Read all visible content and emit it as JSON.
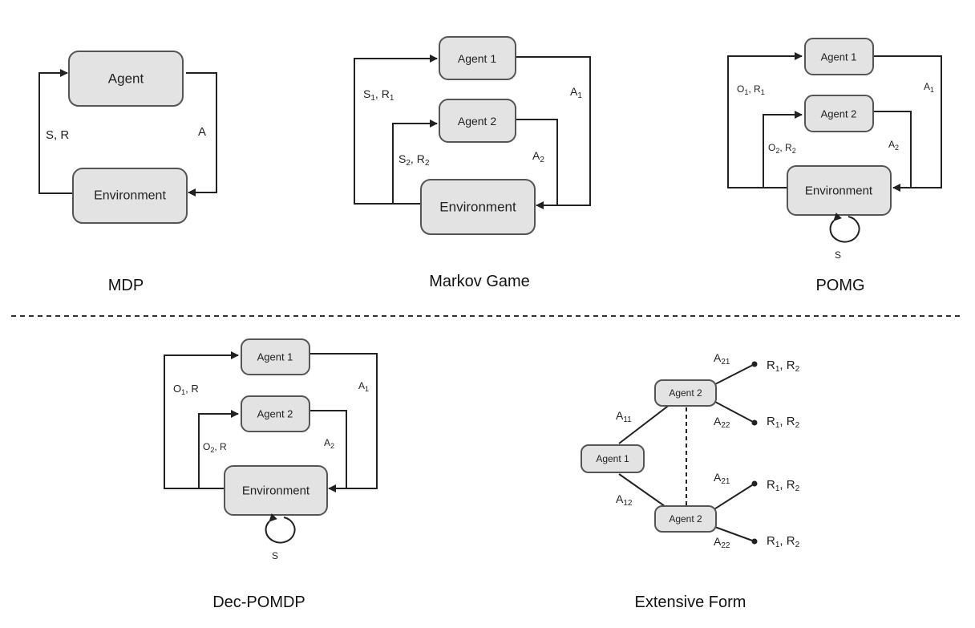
{
  "diagrams": {
    "mdp": {
      "title": "MDP",
      "agent": "Agent",
      "environment": "Environment",
      "state_reward": "S, R",
      "action": "A"
    },
    "markov_game": {
      "title": "Markov Game",
      "agent1": "Agent 1",
      "agent2": "Agent 2",
      "environment": "Environment",
      "s1": "S",
      "s1_sub": "1",
      "r1": "R",
      "r1_sub": "1",
      "s2": "S",
      "s2_sub": "2",
      "r2": "R",
      "r2_sub": "2",
      "a1": "A",
      "a1_sub": "1",
      "a2": "A",
      "a2_sub": "2"
    },
    "pomg": {
      "title": "POMG",
      "agent1": "Agent 1",
      "agent2": "Agent 2",
      "environment": "Environment",
      "o1": "O",
      "o1_sub": "1",
      "r1": "R",
      "r1_sub": "1",
      "o2": "O",
      "o2_sub": "2",
      "r2": "R",
      "r2_sub": "2",
      "a1": "A",
      "a1_sub": "1",
      "a2": "A",
      "a2_sub": "2",
      "state": "S"
    },
    "dec_pomdp": {
      "title": "Dec-POMDP",
      "agent1": "Agent 1",
      "agent2": "Agent 2",
      "environment": "Environment",
      "o1": "O",
      "o1_sub": "1",
      "r1": "R",
      "o2": "O",
      "o2_sub": "2",
      "r2": "R",
      "a1": "A",
      "a1_sub": "1",
      "a2": "A",
      "a2_sub": "2",
      "state": "S"
    },
    "extensive_form": {
      "title": "Extensive Form",
      "root": "Agent 1",
      "upper": "Agent 2",
      "lower": "Agent 2",
      "a11": "A",
      "a11_sub": "11",
      "a12": "A",
      "a12_sub": "12",
      "a21_top": "A",
      "a21_top_sub": "21",
      "a22_top": "A",
      "a22_top_sub": "22",
      "a21_bot": "A",
      "a21_bot_sub": "21",
      "a22_bot": "A",
      "a22_bot_sub": "22",
      "payoff_r1": "R",
      "payoff_r1_sub": "1",
      "payoff_r2": "R",
      "payoff_r2_sub": "2"
    }
  }
}
